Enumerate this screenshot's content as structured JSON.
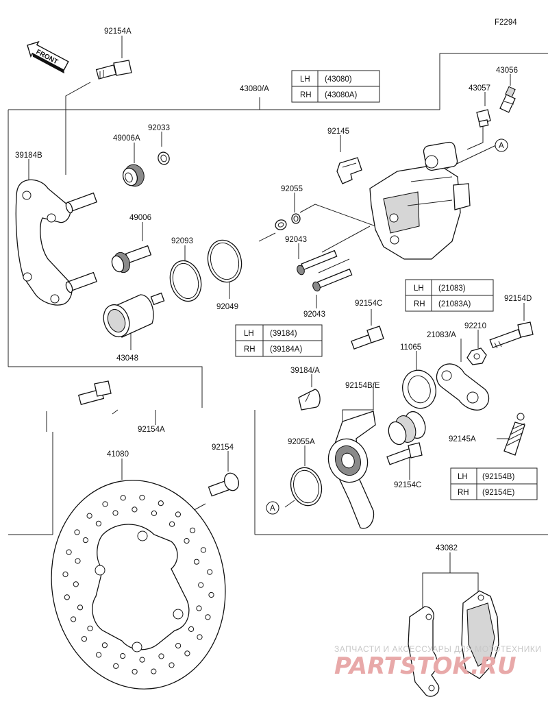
{
  "figure_code": "F2294",
  "front_label": "FRONT",
  "labels": {
    "p92154A_top": "92154A",
    "p43080A": "43080/A",
    "p43056": "43056",
    "p43057": "43057",
    "p92033": "92033",
    "p49006A": "49006A",
    "p39184B": "39184B",
    "p92145": "92145",
    "p92055": "92055",
    "p49006": "49006",
    "p92093": "92093",
    "p92043a": "92043",
    "p92049": "92049",
    "p92043b": "92043",
    "p92154C_top": "92154C",
    "p92154D": "92154D",
    "p92210": "92210",
    "p21083A": "21083/A",
    "p43048": "43048",
    "p11065": "11065",
    "p39184A": "39184/A",
    "p92154BE": "92154B/E",
    "p92154A_mid": "92154A",
    "p41080": "41080",
    "p92154": "92154",
    "p92055A": "92055A",
    "p92145A": "92145A",
    "p92154C_bot": "92154C",
    "p43082": "43082",
    "callout_a1": "A",
    "callout_a2": "A"
  },
  "tables": {
    "t43080": {
      "rows": [
        {
          "side": "LH",
          "code": "(43080)"
        },
        {
          "side": "RH",
          "code": "(43080A)"
        }
      ]
    },
    "t21083": {
      "rows": [
        {
          "side": "LH",
          "code": "(21083)"
        },
        {
          "side": "RH",
          "code": "(21083A)"
        }
      ]
    },
    "t39184": {
      "rows": [
        {
          "side": "LH",
          "code": "(39184)"
        },
        {
          "side": "RH",
          "code": "(39184A)"
        }
      ]
    },
    "t92154": {
      "rows": [
        {
          "side": "LH",
          "code": "(92154B)"
        },
        {
          "side": "RH",
          "code": "(92154E)"
        }
      ]
    }
  },
  "watermark": {
    "line1": "ЗАПЧАСТИ И АКСЕССУАРЫ ДЛЯ МОТОТЕХНИКИ",
    "line2": "PARTSTOK.RU"
  }
}
